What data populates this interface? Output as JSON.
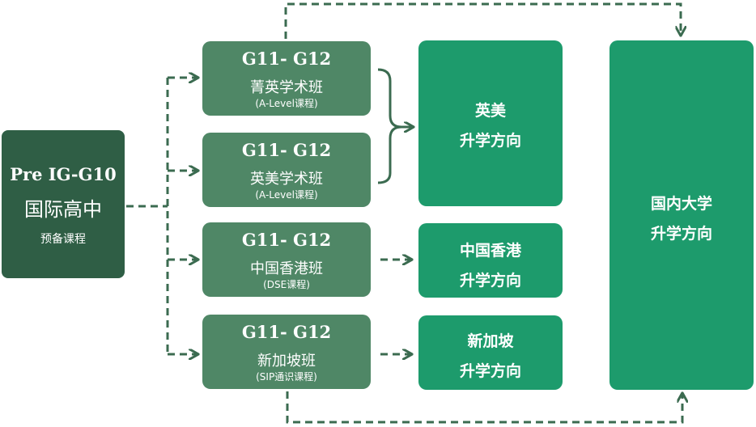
{
  "source": {
    "line1": "Pre IG-G10",
    "line2": "国际高中",
    "line3": "预备课程"
  },
  "tracks": [
    {
      "grade": "G11- G12",
      "name": "菁英学术班",
      "sub": "(A-Level课程)"
    },
    {
      "grade": "G11- G12",
      "name": "英美学术班",
      "sub": "(A-Level课程)"
    },
    {
      "grade": "G11- G12",
      "name": "中国香港班",
      "sub": "(DSE课程)"
    },
    {
      "grade": "G11- G12",
      "name": "新加坡班",
      "sub": "(SIP通识课程)"
    }
  ],
  "destinations": {
    "uk_us": {
      "line1": "英美",
      "line2": "升学方向"
    },
    "hong_kong": {
      "line1": "中国香港",
      "line2": "升学方向"
    },
    "singapore": {
      "line1": "新加坡",
      "line2": "升学方向"
    },
    "domestic": {
      "line1": "国内大学",
      "line2": "升学方向"
    }
  },
  "colors": {
    "source": "#2f5e45",
    "track": "#4f8766",
    "destination": "#1d9b6c",
    "connector": "#3b6b50"
  }
}
